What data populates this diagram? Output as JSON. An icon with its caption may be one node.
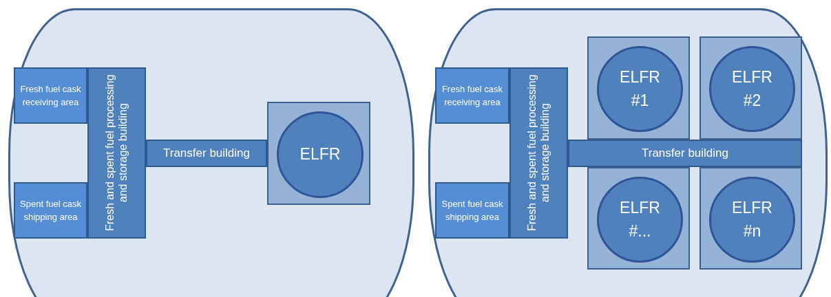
{
  "diagram": {
    "nodes": [
      {
        "text": [],
        "shape": "box"
      },
      {
        "text": [
          "Fresh fuel cask receiving area"
        ],
        "in": 0
      },
      {
        "text": [
          "Spent fuel cask shipping area"
        ],
        "in": 0
      },
      {
        "text": [
          "Fresh and spent fuel processing and storage building"
        ],
        "in": 0
      },
      {
        "text": [
          "Transfer building"
        ],
        "in": 0
      },
      {
        "text": [],
        "shape": "box",
        "in": 0
      },
      {
        "text": [
          "ELFR"
        ],
        "in": 5
      },
      {
        "text": [],
        "shape": "box"
      },
      {
        "text": [
          "Fresh fuel cask receiving area"
        ],
        "in": 7
      },
      {
        "text": [
          "Spent fuel cask shipping area"
        ],
        "in": 7
      },
      {
        "text": [
          "Fresh and spent fuel processing and storage building"
        ],
        "in": 7
      },
      {
        "text": [
          "Transfer building"
        ],
        "in": 7
      },
      {
        "text": [],
        "shape": "box",
        "in": 7
      },
      {
        "text": [
          "ELFR #1"
        ],
        "in": 12
      },
      {
        "text": [],
        "shape": "box",
        "in": 7
      },
      {
        "text": [
          "ELFR #2"
        ],
        "in": 14
      },
      {
        "text": [],
        "shape": "box",
        "in": 7
      },
      {
        "text": [
          "ELFR #..."
        ],
        "in": 16
      },
      {
        "text": [],
        "shape": "box",
        "in": 7
      },
      {
        "text": [
          "ELFR #n"
        ],
        "in": 18
      }
    ]
  }
}
